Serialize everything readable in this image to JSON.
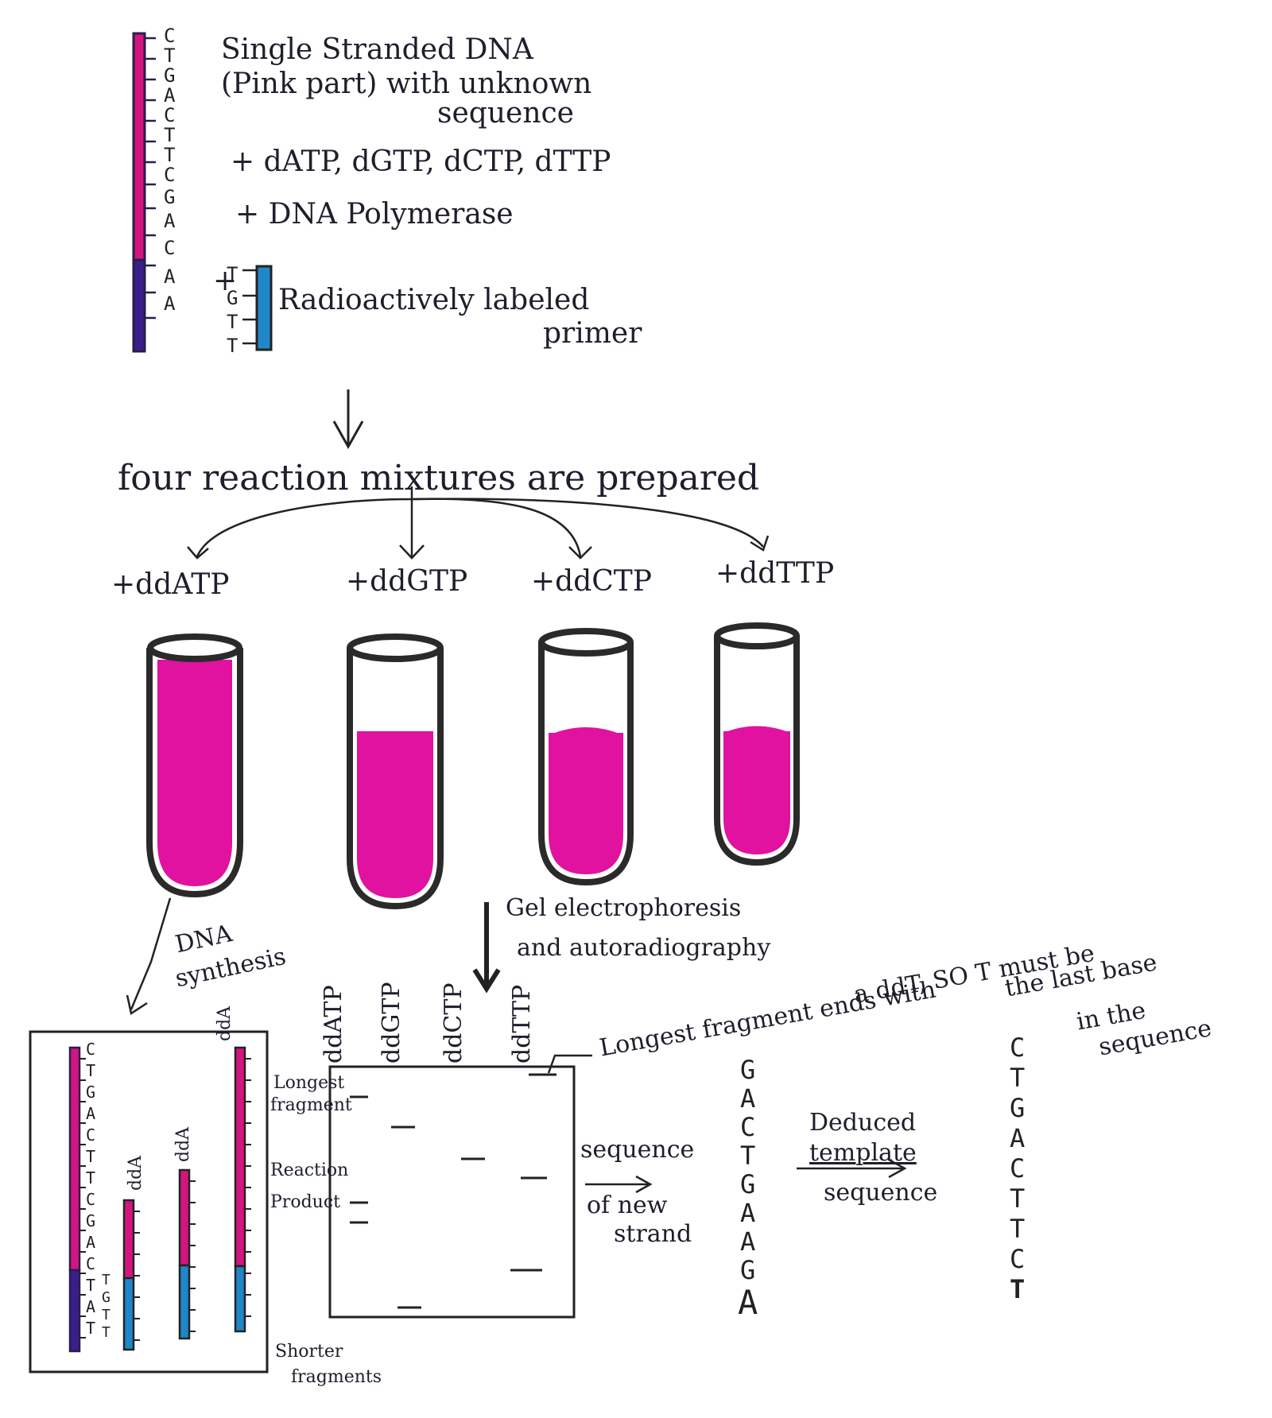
{
  "top": {
    "template_bases": [
      "C",
      "T",
      "G",
      "A",
      "C",
      "T",
      "T",
      "C",
      "G",
      "A",
      "C",
      "A",
      "A"
    ],
    "primer_bases": [
      "T",
      "G",
      "T",
      "T"
    ],
    "single_strand_text": [
      "Single Stranded DNA",
      "(Pink part) with unknown",
      "sequence"
    ],
    "dntps_text": "+ dATP, dGTP, dCTP, dTTP",
    "polymerase_text": "+ DNA Polymerase",
    "primer_plus": "+",
    "primer_text": [
      "Radioactively labeled",
      "primer"
    ]
  },
  "mixtures_text": "four reaction mixtures are prepared",
  "reactions": [
    {
      "label": "+ddATP"
    },
    {
      "label": "+ddGTP"
    },
    {
      "label": "+ddCTP"
    },
    {
      "label": "+ddTTP"
    }
  ],
  "synthesis_text": [
    "DNA",
    "synthesis"
  ],
  "gel_text": [
    "Gel electrophoresis",
    "and autoradiography"
  ],
  "product_box": {
    "bases": [
      "C",
      "T",
      "G",
      "A",
      "C",
      "T",
      "T",
      "C",
      "G",
      "A",
      "C",
      "T",
      "A",
      "T"
    ],
    "fragment_labels": [
      "ddA",
      "ddA",
      "ddA"
    ],
    "primer_bases": [
      "T",
      "G",
      "T",
      "T"
    ]
  },
  "gel": {
    "lanes": [
      "ddATP",
      "ddGTP",
      "ddCTP",
      "ddTTP"
    ],
    "left_labels": {
      "longest": [
        "Longest",
        "fragment"
      ],
      "reaction": [
        "Reaction",
        "Product"
      ]
    },
    "bottom_label": [
      "Shorter",
      "fragments"
    ]
  },
  "annotation": {
    "longest": "Longest fragment ends with",
    "ddt": "a ddT, SO T must be",
    "last_base": "the last base",
    "in_the": "in the",
    "sequence": "sequence"
  },
  "new_strand": {
    "label": [
      "sequence",
      "of new",
      "strand"
    ],
    "bases": [
      "G",
      "A",
      "C",
      "T",
      "G",
      "A",
      "A",
      "G",
      "A"
    ]
  },
  "deduced": {
    "label": [
      "Deduced",
      "template",
      "sequence"
    ],
    "bases": [
      "C",
      "T",
      "G",
      "A",
      "C",
      "T",
      "T",
      "C",
      "T"
    ]
  },
  "colors": {
    "pink": "#e0129f",
    "blue": "#1b82c4",
    "purple": "#3a1e8c",
    "ink": "#1e1e2c"
  }
}
